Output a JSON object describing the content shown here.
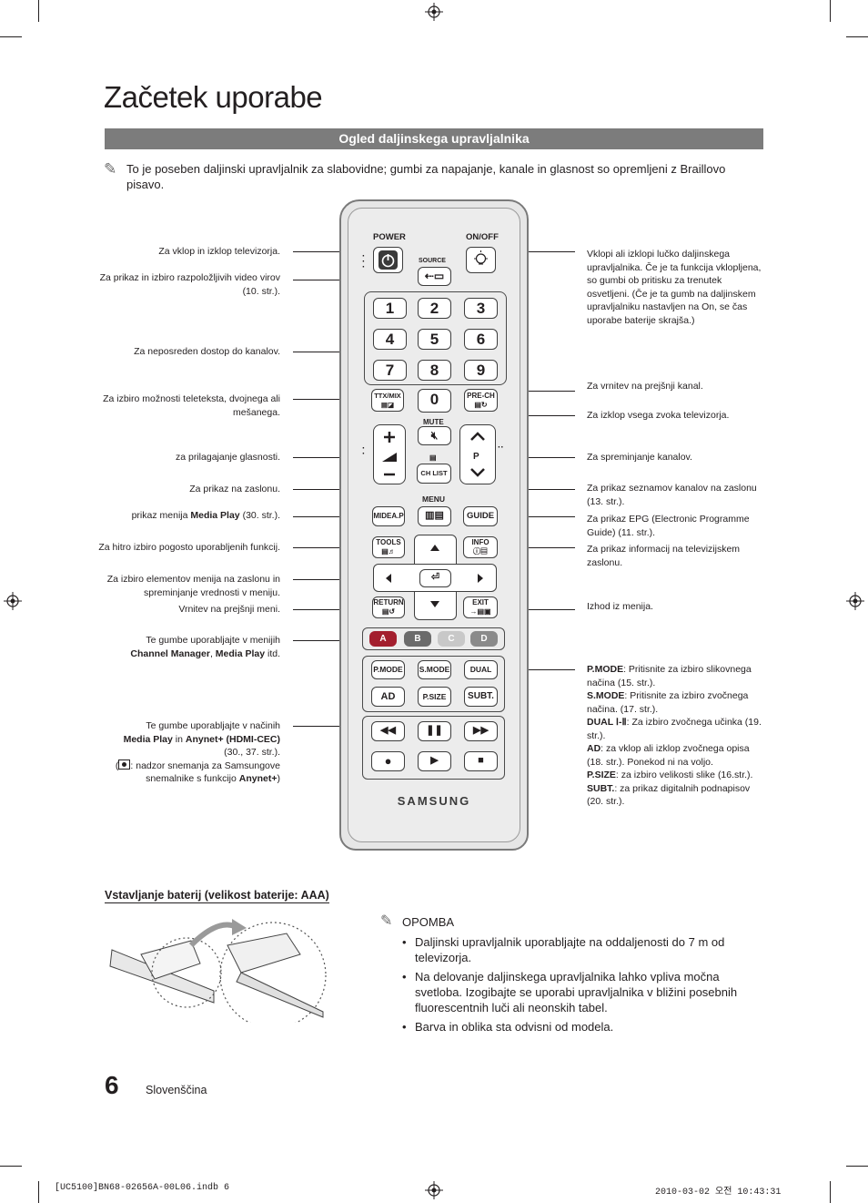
{
  "page": {
    "title": "Začetek uporabe",
    "section_heading": "Ogled daljinskega upravljalnika",
    "intro_note": "To je poseben daljinski upravljalnik za slabovidne; gumbi za napajanje, kanale in glasnost so opremljeni z Braillovo pisavo."
  },
  "left_labels": {
    "power": "Za vklop in izklop televizorja.",
    "source": "Za prikaz in izbiro razpoložljivih video virov (10. str.).",
    "channels": "Za neposreden dostop do kanalov.",
    "ttx": "Za izbiro možnosti teleteksta, dvojnega ali mešanega.",
    "volume": "za prilagajanje glasnosti.",
    "menu": "Za prikaz na zaslonu.",
    "media_prefix": "prikaz menija ",
    "media_bold": "Media Play",
    "media_suffix": " (30. str.).",
    "tools": "Za hitro izbiro pogosto uporabljenih funkcij.",
    "nav": "Za izbiro elementov menija na zaslonu in spreminjanje vrednosti v meniju.",
    "return": "Vrnitev na prejšnji meni.",
    "abcd_1": "Te gumbe uporabljajte v menijih",
    "abcd_bold1": "Channel Manager",
    "abcd_sep": ", ",
    "abcd_bold2": "Media Play",
    "abcd_suffix": " itd.",
    "playback_1": "Te gumbe uporabljajte v načinih",
    "playback_bold1": "Media Play",
    "playback_in": " in ",
    "playback_bold2": "Anynet+ (HDMI-CEC)",
    "playback_2": "(30., 37. str.).",
    "playback_3": ": nadzor snemanja za Samsungove snemalnike s funkcijo ",
    "playback_bold3": "Anynet+",
    "playback_end": ")"
  },
  "right_labels": {
    "onoff": "Vklopi ali izklopi lučko daljinskega upravljalnika. Če je ta funkcija vklopljena, so gumbi ob pritisku za trenutek osvetljeni. (Če je ta gumb na daljinskem upravljalniku nastavljen na On, se čas uporabe baterije skrajša.)",
    "prech": "Za vrnitev na prejšnji kanal.",
    "mute": "Za izklop vsega zvoka televizorja.",
    "channel": "Za spreminjanje kanalov.",
    "chlist": "Za prikaz seznamov kanalov na zaslonu (13. str.).",
    "guide": "Za prikaz EPG (Electronic Programme Guide) (11. str.).",
    "info": "Za prikaz informacij na televizijskem zaslonu.",
    "exit": "Izhod iz menija.",
    "pmode_b": "P.MODE",
    "pmode_t": ": Pritisnite za izbiro slikovnega načina (15. str.).",
    "smode_b": "S.MODE",
    "smode_t": ": Pritisnite za izbiro zvočnega načina. (17. str.).",
    "dual_b": "DUAL Ⅰ-Ⅱ",
    "dual_t": ": Za izbiro zvočnega učinka (19. str.).",
    "ad_b": "AD",
    "ad_t": ": za vklop ali izklop zvočnega opisa (18. str.). Ponekod ni na voljo.",
    "psize_b": "P.SIZE",
    "psize_t": ": za izbiro velikosti slike (16.str.).",
    "subt_b": "SUBT.",
    "subt_t": ": za prikaz digitalnih podnapisov (20. str.)."
  },
  "remote": {
    "power": "POWER",
    "onoff": "ON/OFF",
    "source": "SOURCE",
    "numbers": [
      "1",
      "2",
      "3",
      "4",
      "5",
      "6",
      "7",
      "8",
      "9"
    ],
    "zero": "0",
    "ttx": "TTX/MIX",
    "prech": "PRE-CH",
    "mute": "MUTE",
    "p": "P",
    "chlist": "CH LIST",
    "menu": "MENU",
    "mediap": "MIDEA.P",
    "guide": "GUIDE",
    "tools": "TOOLS",
    "info": "INFO",
    "return": "RETURN",
    "exit": "EXIT",
    "colors": [
      "A",
      "B",
      "C",
      "D"
    ],
    "color_hex": [
      "#a31f2e",
      "#6b6b6b",
      "#c8c8c8",
      "#8a8a8a"
    ],
    "pmode": "P.MODE",
    "smode": "S.MODE",
    "dual": "DUAL",
    "ad": "AD",
    "psize": "P.SIZE",
    "subt": "SUBT.",
    "brand": "SAMSUNG"
  },
  "battery": {
    "heading": "Vstavljanje baterij (velikost baterije: AAA)"
  },
  "note": {
    "title": "OPOMBA",
    "items": [
      "Daljinski upravljalnik uporabljajte na oddaljenosti do 7 m od televizorja.",
      "Na delovanje daljinskega upravljalnika lahko vpliva močna svetloba. Izogibajte se uporabi upravljalnika v bližini posebnih fluorescentnih luči ali neonskih tabel.",
      "Barva in oblika sta odvisni od modela."
    ]
  },
  "footer": {
    "page_number": "6",
    "language": "Slovenščina",
    "file": "[UC5100]BN68-02656A-00L06.indb   6",
    "timestamp": "2010-03-02   오전 10:43:31"
  }
}
